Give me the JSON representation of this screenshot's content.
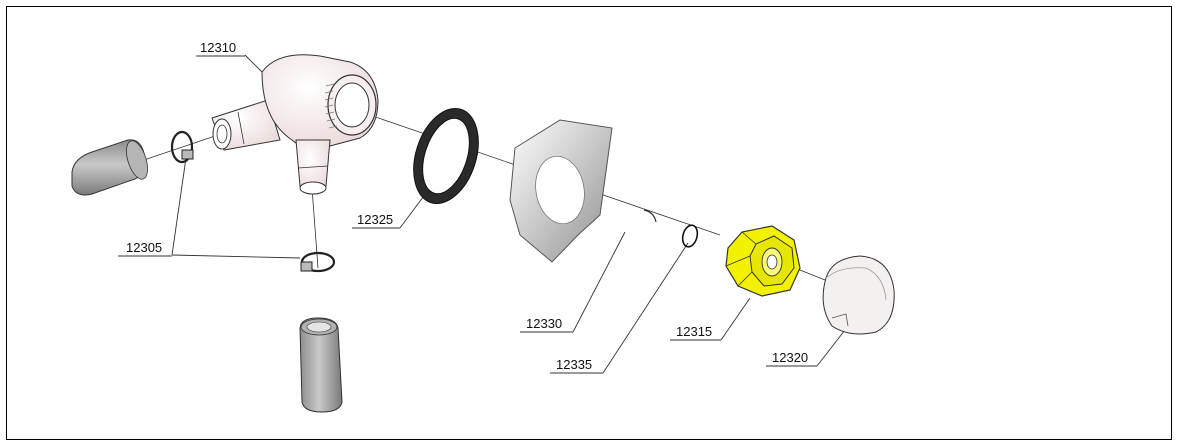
{
  "labels": {
    "fitting_body": "12310",
    "hose_clamp": "12305",
    "gasket": "12325",
    "flange_plate": "12330",
    "o_ring": "12335",
    "hex_nut": "12315",
    "cap": "12320"
  },
  "colors": {
    "highlight": "#f2f200",
    "body_tint": "#f6e8e8",
    "hose": "#9a9a9a",
    "gasket": "#2a2a2a",
    "outline": "#333333"
  }
}
